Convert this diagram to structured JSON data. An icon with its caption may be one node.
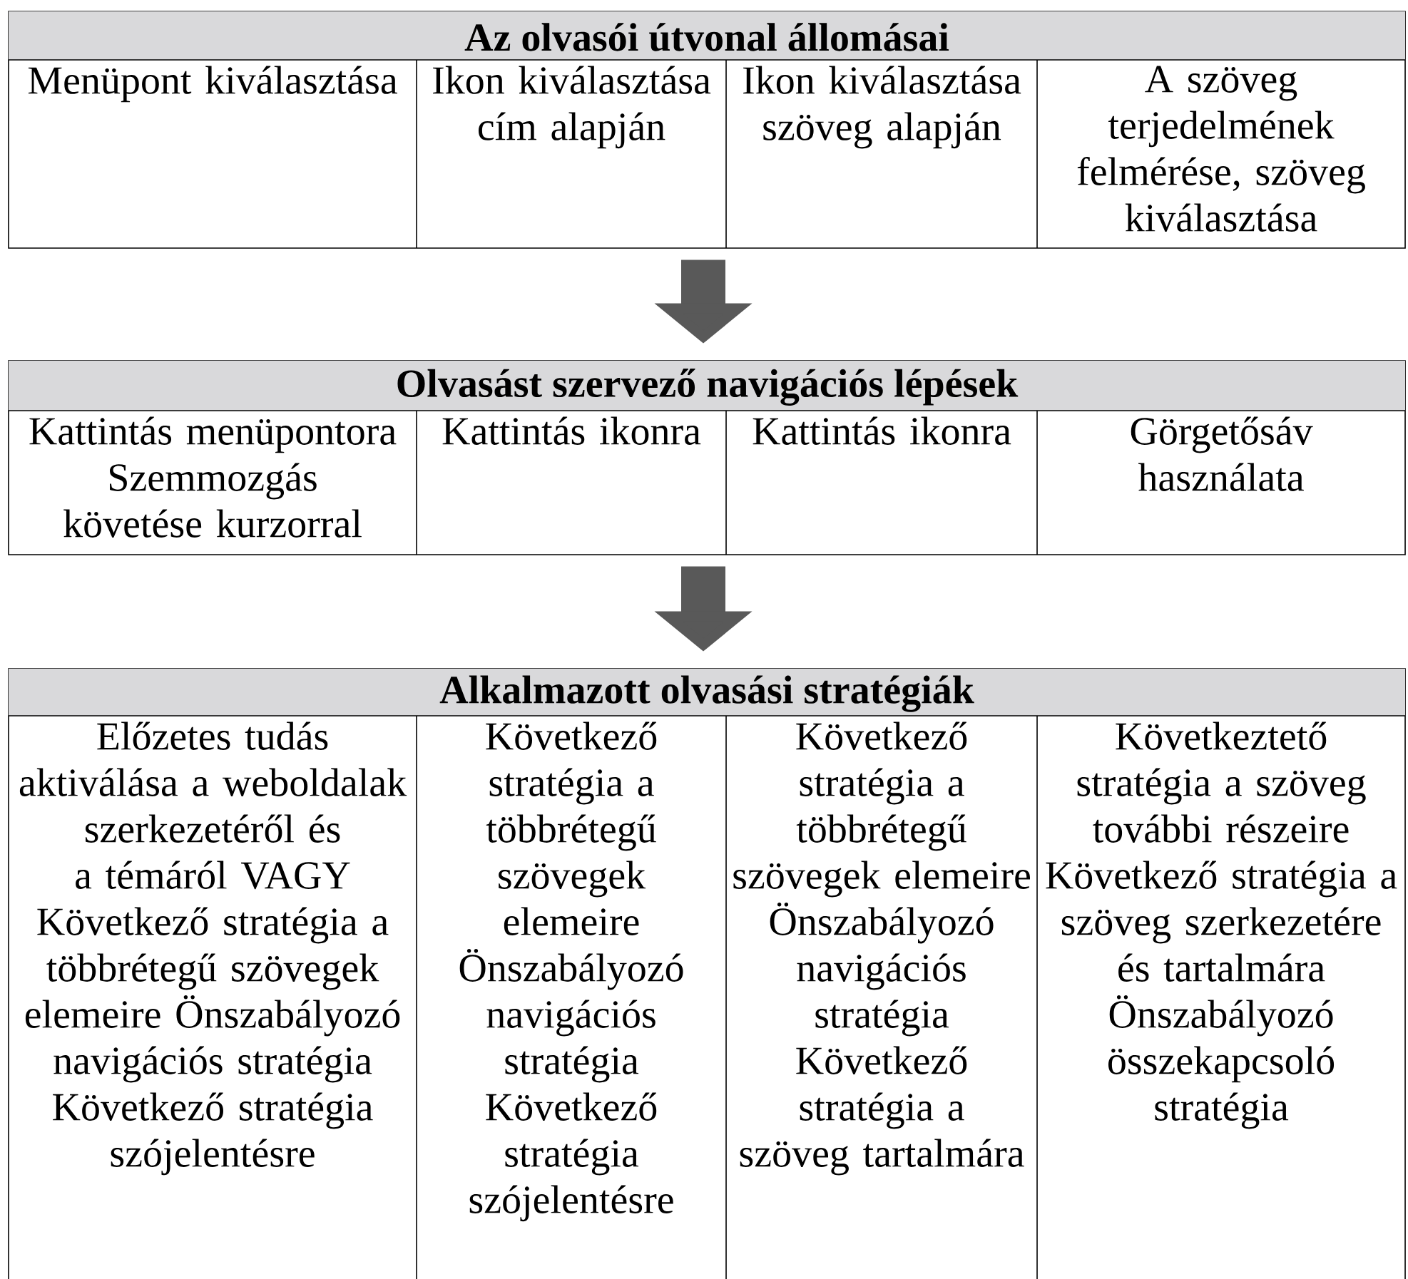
{
  "diagram": {
    "nodes": [
      {
        "text": [
          "Az olvasói útvonal állomásai"
        ]
      },
      {
        "text": [
          "Menüpont kiválasztása"
        ],
        "in": 0
      },
      {
        "text": [
          "Ikon kiválasztása cím alapján"
        ],
        "in": 0
      },
      {
        "text": [
          "Ikon kiválasztása szöveg alapján"
        ],
        "in": 0
      },
      {
        "text": [
          "A szöveg terjedelmének felmérése, szöveg kiválasztása"
        ],
        "in": 0
      },
      {
        "text": [
          "Olvasást szervező navigációs lépések"
        ]
      },
      {
        "text": [
          "Kattintás menüpontora Szemmozgás követése kurzorral"
        ],
        "in": 5
      },
      {
        "text": [
          "Kattintás ikonra"
        ],
        "in": 5
      },
      {
        "text": [
          "Kattintás ikonra"
        ],
        "in": 5
      },
      {
        "text": [
          "Görgetősáv használata"
        ],
        "in": 5
      },
      {
        "text": [
          "Alkalmazott olvasási stratégiák"
        ]
      },
      {
        "text": [
          "Előzetes tudás aktiválása a weboldalak szerkezetéről és a témáról VAGY Következő stratégia a többrétegű szövegek elemeire Önszabályozó navigációs stratégia Következő stratégia szójelentésre"
        ],
        "in": 10
      },
      {
        "text": [
          "Következő stratégia a többrétegű szövegek elemeire Önszabályozó navigációs stratégia Következő stratégia szójelentésre"
        ],
        "in": 10
      },
      {
        "text": [
          "Következő stratégia a többrétegű szövegek elemeire Önszabályozó navigációs stratégia Következő stratégia a szöveg tartalmára"
        ],
        "in": 10
      },
      {
        "text": [
          "Következtető stratégia a szöveg további részeire Következő stratégia a szöveg szerkezetére és tartalmára Önszabályozó összekapcsoló stratégia"
        ],
        "in": 10
      }
    ],
    "edges": [
      {
        "from": 0,
        "to": 5,
        "arrow": "to"
      },
      {
        "from": 5,
        "to": 10,
        "arrow": "to"
      }
    ]
  }
}
